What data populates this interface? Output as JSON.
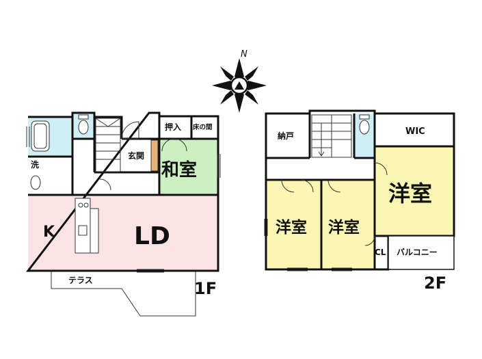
{
  "compass": {
    "label": "N"
  },
  "floor1": {
    "label": "1F",
    "rooms": {
      "bath": "",
      "wash": "洗",
      "closet_oshiire": "押入",
      "tokonoma": "床の間",
      "entrance": "玄関",
      "washitsu": "和室",
      "kitchen": "K",
      "living": "LD",
      "terrace": "テラス"
    }
  },
  "floor2": {
    "label": "2F",
    "rooms": {
      "storage": "納戸",
      "wic": "WIC",
      "youshitsu_right": "洋室",
      "youshitsu_left_a": "洋室",
      "youshitsu_left_b": "洋室",
      "cl": "CL",
      "balcony": "バルコニー"
    }
  },
  "colors": {
    "ld_fill": "#fbe3e5",
    "washitsu_fill": "#ccf0c2",
    "bath_fill": "#cfeef7",
    "youshitsu_fill": "#fbf6b3",
    "wall": "#111111"
  }
}
